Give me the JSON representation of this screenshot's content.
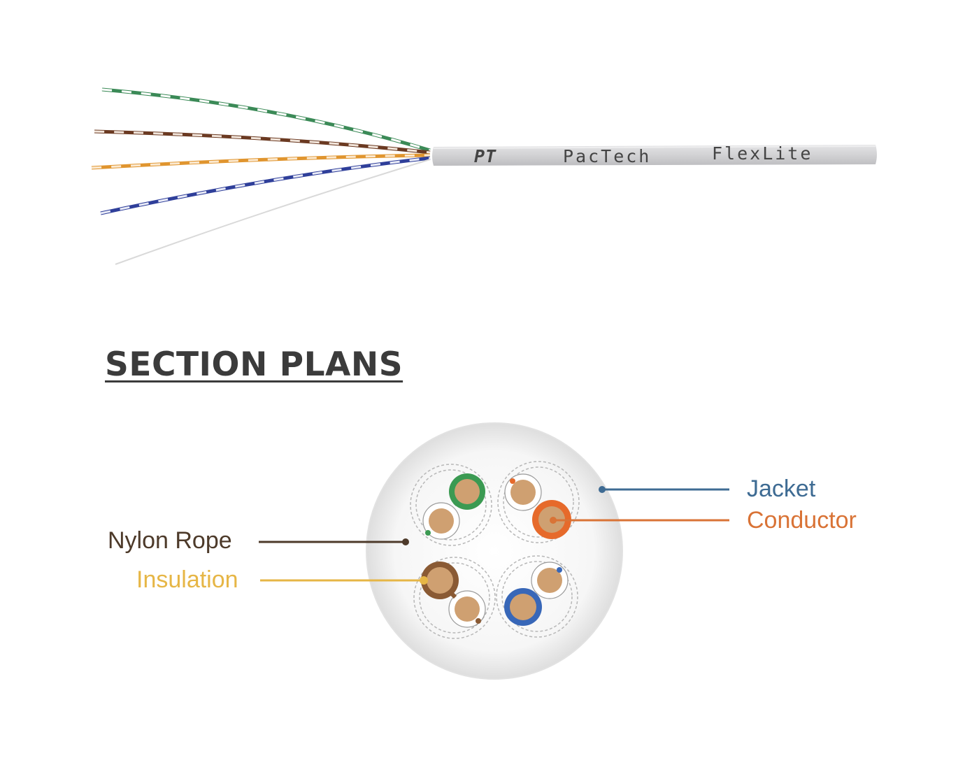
{
  "cable": {
    "brand": "PacTech",
    "product": "FlexLite",
    "logo": "PT",
    "jacket_color": "#d6d6d8",
    "wire_pairs": [
      {
        "color": "green",
        "hex": "#3b8a57"
      },
      {
        "color": "brown",
        "hex": "#6b3a22"
      },
      {
        "color": "orange",
        "hex": "#e0952f"
      },
      {
        "color": "blue",
        "hex": "#2f3f9a"
      }
    ],
    "ripcord_color": "#d9d9d9"
  },
  "section": {
    "title": "SECTION PLANS"
  },
  "labels": {
    "jacket": "Jacket",
    "conductor": "Conductor",
    "nylon_rope": "Nylon Rope",
    "insulation": "Insulation"
  },
  "colors": {
    "jacket_leader": "#3e6b93",
    "conductor_leader": "#d97336",
    "nylon_leader": "#4d3a2a",
    "insulation_leader": "#e6b646",
    "copper": "#cfa071"
  }
}
